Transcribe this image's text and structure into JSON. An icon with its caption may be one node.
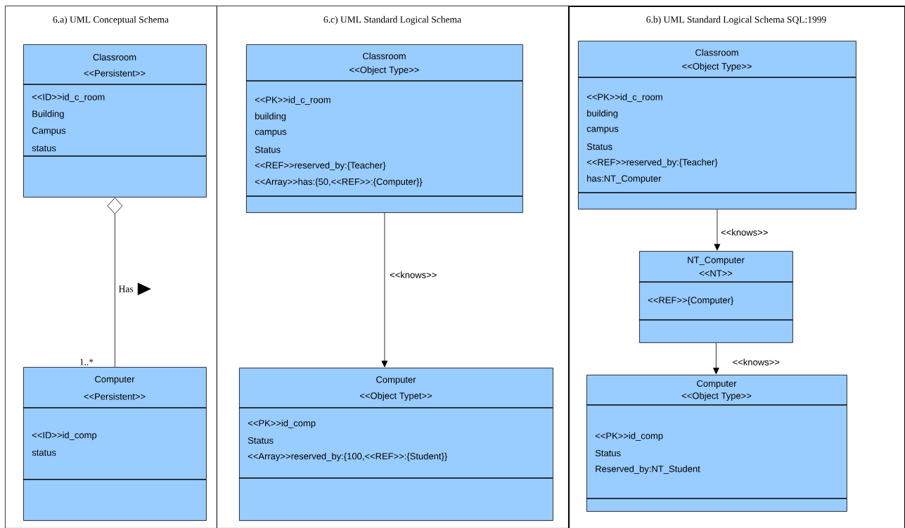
{
  "diagram": {
    "nodes": [
      {
        "text": [
          "6.a) UML Conceptual Schema"
        ]
      },
      {
        "text": [
          "Classroom",
          "<<Persistent>>",
          "<<ID>>id_c_room",
          "Building",
          "Campus",
          "status"
        ],
        "in": 0
      },
      {
        "text": [
          "Computer",
          "<<Persistent>>",
          "<<ID>>id_comp",
          "status"
        ],
        "in": 0
      },
      {
        "text": [
          "6.c) UML Standard Logical Schema"
        ]
      },
      {
        "text": [
          "Classroom",
          "<<Object Type>>",
          "<<PK>>id_c_room",
          "building",
          "campus",
          "Status",
          "<<REF>>reserved_by:{Teacher}",
          "<<Array>>has:{50,<<REF>>:{Computer}}"
        ],
        "in": 3
      },
      {
        "text": [
          "Computer",
          "<<Object Typet>>",
          "<<PK>>id_comp",
          "Status",
          "<<Array>>reserved_by:{100,<<REF>>:{Student}}"
        ],
        "in": 3
      },
      {
        "text": [
          "6.b) UML Standard Logical Schema SQL:1999"
        ]
      },
      {
        "text": [
          "Classroom",
          "<<Object Type>>",
          "<<PK>>id_c_room",
          "building",
          "campus",
          "Status",
          "<<REF>>reserved_by:{Teacher}",
          "has:NT_Computer"
        ],
        "in": 6
      },
      {
        "text": [
          "NT_Computer",
          "<<NT>>",
          "<<REF>>{Computer}"
        ],
        "in": 6
      },
      {
        "text": [
          "Computer",
          "<<Object Type>>",
          "<<PK>>id_comp",
          "Status",
          "Reserved_by:NT_Student"
        ],
        "in": 6
      }
    ],
    "edges": [
      {
        "from": 1,
        "to": 2,
        "arrow": "other",
        "label": "Has"
      },
      {
        "from": 4,
        "to": 5,
        "arrow": "to",
        "label": "<<knows>>"
      },
      {
        "from": 7,
        "to": 8,
        "arrow": "to",
        "label": "<<knows>>"
      },
      {
        "from": 8,
        "to": 9,
        "arrow": "to",
        "label": "<<knows>>"
      }
    ],
    "labels": [
      "1..*"
    ]
  }
}
